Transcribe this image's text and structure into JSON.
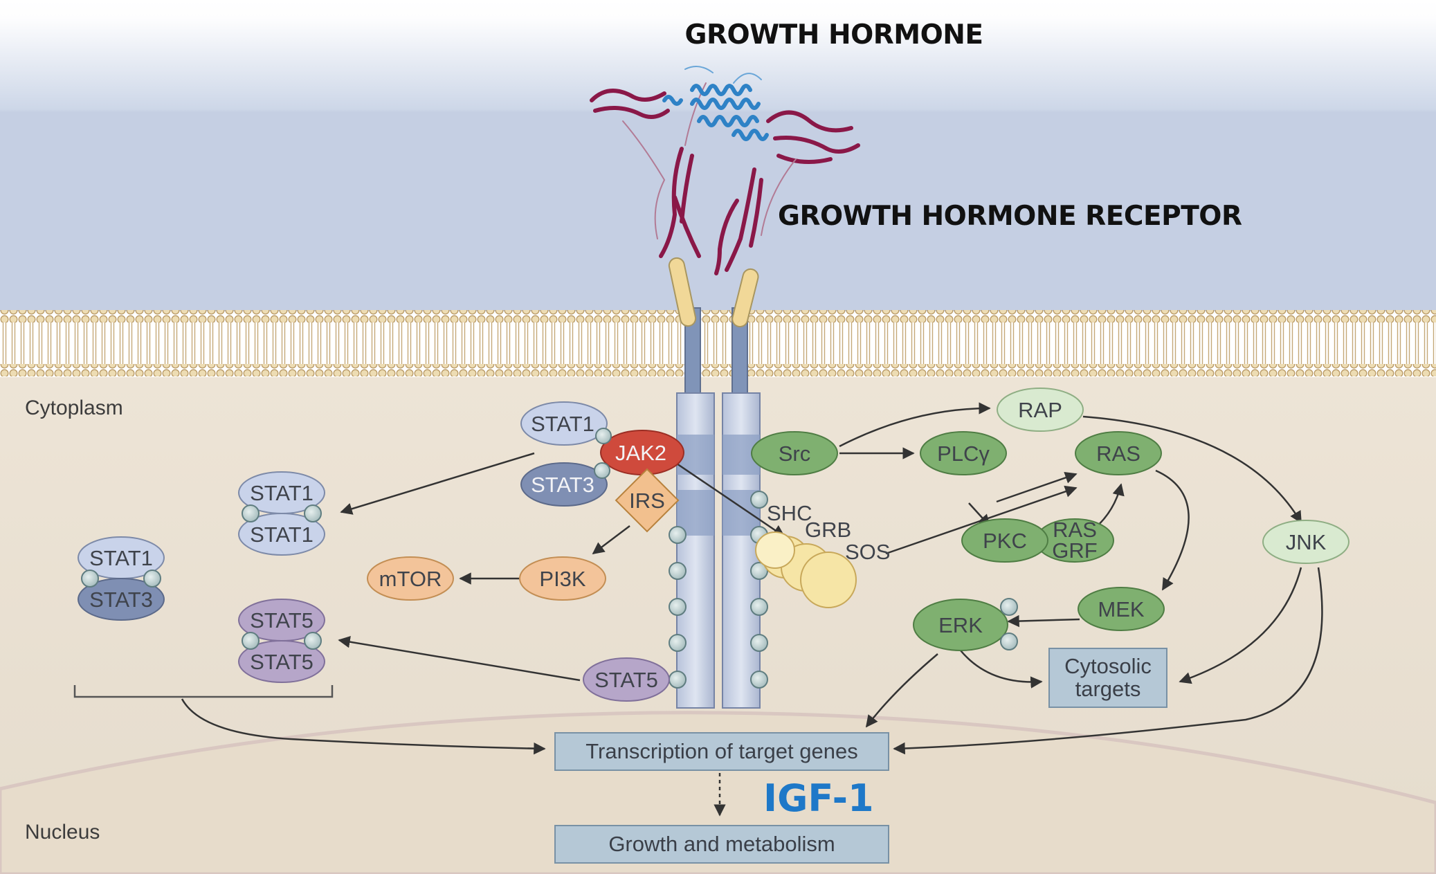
{
  "titles": {
    "hormone": "GROWTH HORMONE",
    "receptor": "GROWTH HORMONE RECEPTOR",
    "igf": "IGF-1"
  },
  "regions": {
    "cytoplasm": "Cytoplasm",
    "nucleus": "Nucleus"
  },
  "nodes": {
    "stat1_top": "STAT1",
    "stat3_top": "STAT3",
    "jak2": "JAK2",
    "irs": "IRS",
    "pi3k": "PI3K",
    "mtor": "mTOR",
    "stat1_dimer_a": "STAT1",
    "stat1_dimer_b": "STAT1",
    "stat13_a": "STAT1",
    "stat13_b": "STAT3",
    "stat5_dimer_a": "STAT5",
    "stat5_dimer_b": "STAT5",
    "stat5_single": "STAT5",
    "src": "Src",
    "plcg": "PLCγ",
    "rap": "RAP",
    "ras": "RAS",
    "pkc": "PKC",
    "rasgrf_1": "RAS",
    "rasgrf_2": "GRF",
    "shc": "SHC",
    "grb": "GRB",
    "sos": "SOS",
    "jnk": "JNK",
    "mek": "MEK",
    "erk": "ERK"
  },
  "boxes": {
    "cytosolic_1": "Cytosolic",
    "cytosolic_2": "targets",
    "transcription": "Transcription of target genes",
    "growth": "Growth and metabolism"
  },
  "colors": {
    "jak2": "#cf4a3c",
    "irs": "#f2c08e",
    "orange_node": "#f3c49a",
    "green_node": "#7fb070",
    "light_green": "#d9ead0",
    "blue_stat": "#c9d3ea",
    "dark_stat": "#7f8fb3",
    "purple_stat": "#b6a6c9",
    "igf": "#1e78c8"
  }
}
